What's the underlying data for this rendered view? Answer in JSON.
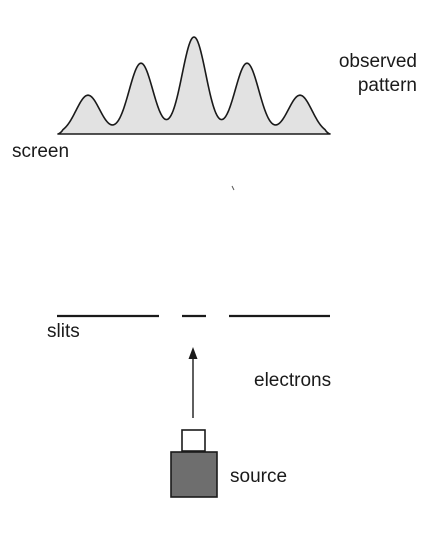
{
  "labels": {
    "observed_line1": "observed",
    "observed_line2": "pattern",
    "screen": "screen",
    "slits": "slits",
    "electrons": "electrons",
    "source": "source"
  },
  "pattern": {
    "fringe_relative_heights": [
      0.4,
      0.73,
      1.0,
      0.73,
      0.4
    ]
  },
  "colors": {
    "pattern_fill": "#e2e2e2",
    "outline": "#1a1a1a",
    "source_fill": "#6e6e6e"
  }
}
